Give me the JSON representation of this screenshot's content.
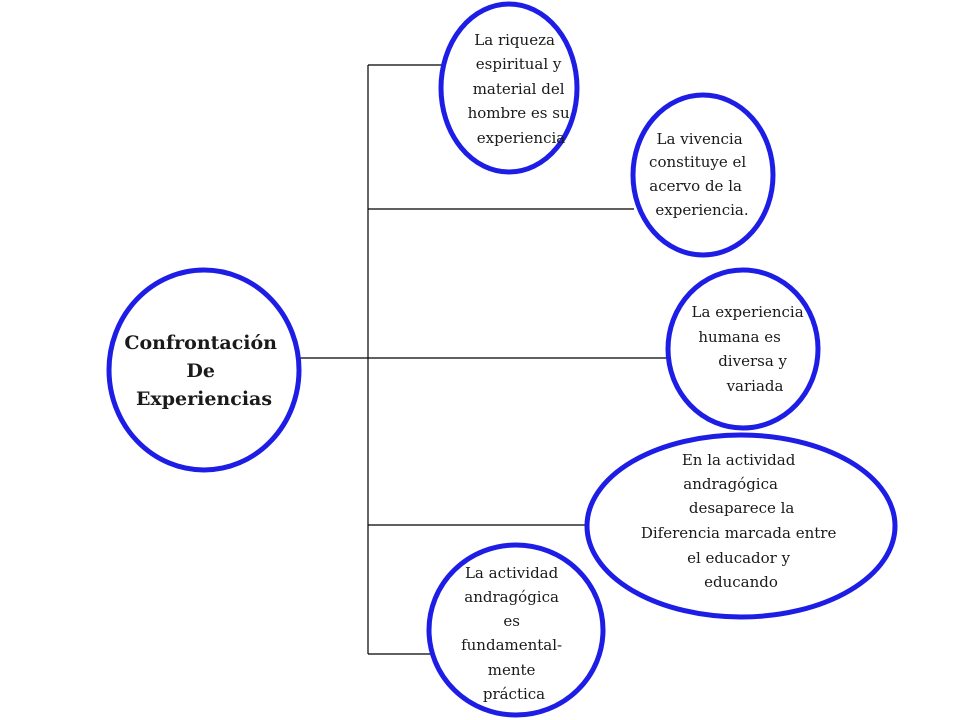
{
  "central": {
    "lines": [
      "Confrontación",
      "De",
      "Experiencias"
    ]
  },
  "nodes": [
    {
      "id": "riqueza",
      "lines": [
        "La riqueza",
        "espiritual y",
        "material del",
        "hombre es su",
        "experiencia"
      ]
    },
    {
      "id": "vivencia",
      "lines": [
        "La vivencia",
        "constituye el",
        "acervo de la",
        "experiencia."
      ]
    },
    {
      "id": "experiencia-humana",
      "lines": [
        "La experiencia",
        "humana es",
        "diversa y",
        "variada"
      ]
    },
    {
      "id": "actividad-diferencia",
      "lines": [
        "En la actividad",
        "andragógica",
        "desaparece la",
        "Diferencia marcada entre",
        "el educador y",
        "educando"
      ]
    },
    {
      "id": "actividad-practica",
      "lines": [
        "La actividad",
        "andragógica",
        "es",
        "fundamental-",
        "mente",
        "práctica"
      ]
    }
  ],
  "colors": {
    "node_border": "#1d1de6",
    "connector": "#000000",
    "text": "#1a1a1a"
  }
}
